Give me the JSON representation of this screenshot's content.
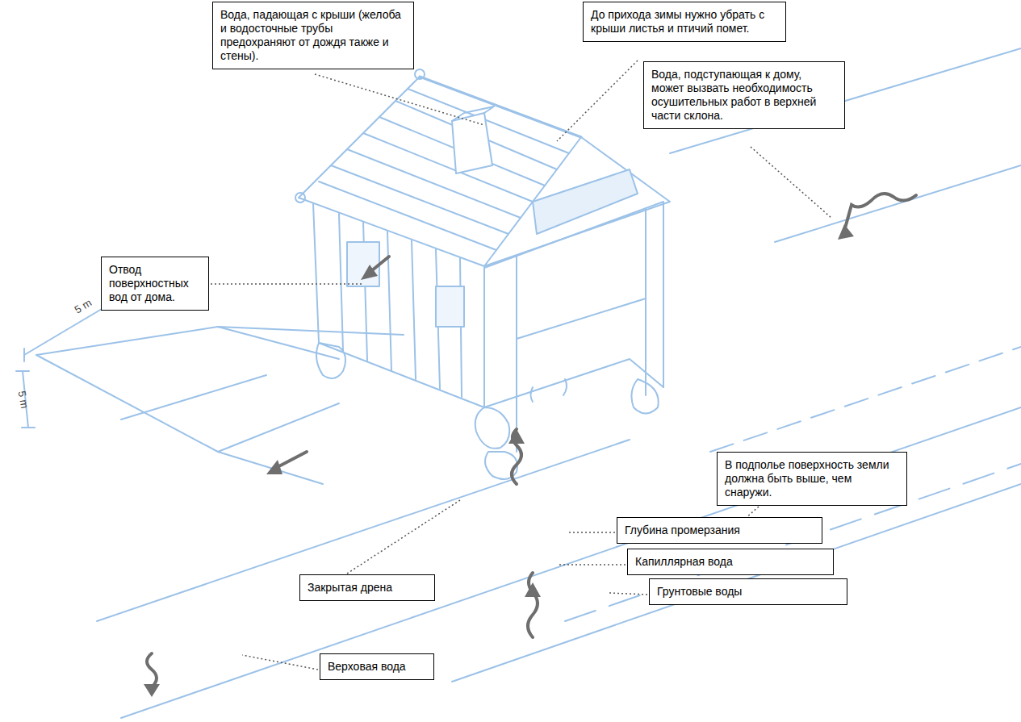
{
  "diagram": {
    "nodes": [
      {
        "text": [
          "Вода, падающая с крыши (желоба и водосточные трубы предохраняют от дождя также и стены)."
        ]
      },
      {
        "text": [
          "До прихода зимы нужно убрать с крыши листья и птичий помет."
        ]
      },
      {
        "text": [
          "Вода, подступающая к дому, может вызвать необходимость осушительных работ в верхней части склона."
        ]
      },
      {
        "text": [
          "В подполье поверхность земли должна быть выше, чем снаружи."
        ]
      },
      {
        "text": [
          "Отвод поверхностных вод от дома."
        ]
      },
      {
        "text": [
          "Глубина промерзания"
        ]
      },
      {
        "text": [
          "Капиллярная вода"
        ]
      },
      {
        "text": [
          "Закрытая дрена"
        ]
      },
      {
        "text": [
          "Грунтовые воды"
        ]
      },
      {
        "text": [
          "Верховая вода"
        ]
      }
    ],
    "labels": [
      "5 m",
      "5 m"
    ]
  }
}
